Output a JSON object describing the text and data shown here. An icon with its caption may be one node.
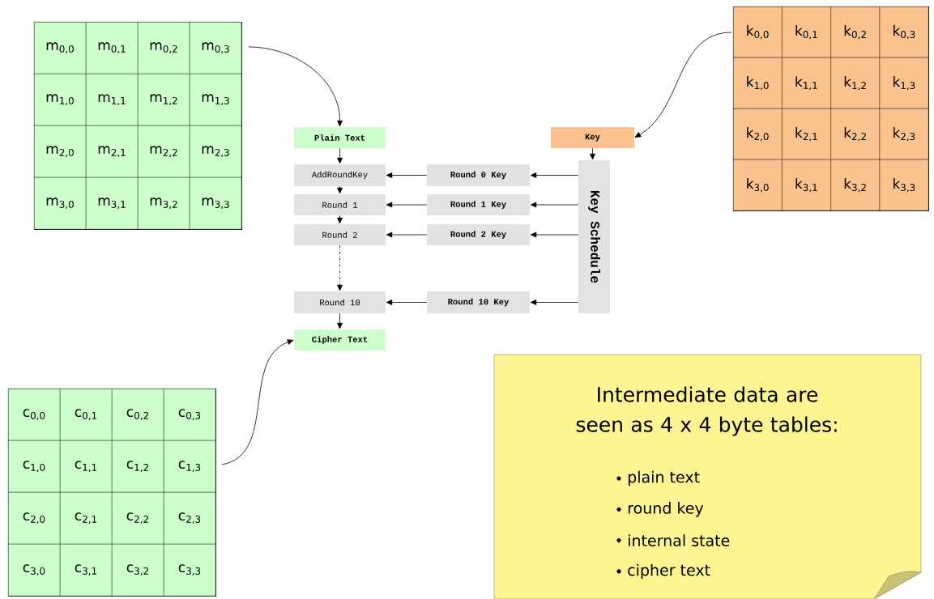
{
  "diagram": {
    "nodes": [
      {
        "text": [],
        "shape": "box"
      },
      {
        "text": [
          "m$_{0,0}$"
        ],
        "in": 0
      },
      {
        "text": [
          "m$_{0,1}$"
        ],
        "in": 0
      },
      {
        "text": [
          "m$_{0,2}$"
        ],
        "in": 0
      },
      {
        "text": [
          "m$_{0,3}$"
        ],
        "in": 0
      },
      {
        "text": [
          "m$_{1,0}$"
        ],
        "in": 0
      },
      {
        "text": [
          "m$_{1,1}$"
        ],
        "in": 0
      },
      {
        "text": [
          "m$_{1,2}$"
        ],
        "in": 0
      },
      {
        "text": [
          "m$_{1,3}$"
        ],
        "in": 0
      },
      {
        "text": [
          "m$_{2,0}$"
        ],
        "in": 0
      },
      {
        "text": [
          "m$_{2,1}$"
        ],
        "in": 0
      },
      {
        "text": [
          "m$_{2,2}$"
        ],
        "in": 0
      },
      {
        "text": [
          "m$_{2,3}$"
        ],
        "in": 0
      },
      {
        "text": [
          "m$_{3,0}$"
        ],
        "in": 0
      },
      {
        "text": [
          "m$_{3,1}$"
        ],
        "in": 0
      },
      {
        "text": [
          "m$_{3,2}$"
        ],
        "in": 0
      },
      {
        "text": [
          "m$_{3,3}$"
        ],
        "in": 0
      },
      {
        "text": [],
        "shape": "box"
      },
      {
        "text": [
          "k$_{0,0}$"
        ],
        "in": 17
      },
      {
        "text": [
          "k$_{0,1}$"
        ],
        "in": 17
      },
      {
        "text": [
          "k$_{0,2}$"
        ],
        "in": 17
      },
      {
        "text": [
          "k$_{0,3}$"
        ],
        "in": 17
      },
      {
        "text": [
          "k$_{1,0}$"
        ],
        "in": 17
      },
      {
        "text": [
          "k$_{1,1}$"
        ],
        "in": 17
      },
      {
        "text": [
          "k$_{1,2}$"
        ],
        "in": 17
      },
      {
        "text": [
          "k$_{1,3}$"
        ],
        "in": 17
      },
      {
        "text": [
          "k$_{2,0}$"
        ],
        "in": 17
      },
      {
        "text": [
          "k$_{2,1}$"
        ],
        "in": 17
      },
      {
        "text": [
          "k$_{2,2}$"
        ],
        "in": 17
      },
      {
        "text": [
          "k$_{2,3}$"
        ],
        "in": 17
      },
      {
        "text": [
          "k$_{3,0}$"
        ],
        "in": 17
      },
      {
        "text": [
          "k$_{3,1}$"
        ],
        "in": 17
      },
      {
        "text": [
          "k$_{3,2}$"
        ],
        "in": 17
      },
      {
        "text": [
          "k$_{3,3}$"
        ],
        "in": 17
      },
      {
        "text": [
          "Plain Text"
        ]
      },
      {
        "text": [
          "Key"
        ]
      },
      {
        "text": [
          "AddRoundKey"
        ]
      },
      {
        "text": [
          "Round 0 Key"
        ]
      },
      {
        "text": [
          "Key Schedule"
        ]
      },
      {
        "text": [
          "Round 1"
        ]
      },
      {
        "text": [
          "Round 1 Key"
        ]
      },
      {
        "text": [
          "Round 2"
        ]
      },
      {
        "text": [
          "Round 2 Key"
        ]
      },
      {
        "text": [
          "Round 10"
        ]
      },
      {
        "text": [
          "Round 10 Key"
        ]
      },
      {
        "text": [
          "Cipher Text"
        ]
      },
      {
        "text": [],
        "shape": "box"
      },
      {
        "text": [
          "c$_{0,0}$"
        ],
        "in": 46
      },
      {
        "text": [
          "c$_{0,1}$"
        ],
        "in": 46
      },
      {
        "text": [
          "c$_{0,2}$"
        ],
        "in": 46
      },
      {
        "text": [
          "c$_{0,3}$"
        ],
        "in": 46
      },
      {
        "text": [
          "c$_{1,0}$"
        ],
        "in": 46
      },
      {
        "text": [
          "c$_{1,1}$"
        ],
        "in": 46
      },
      {
        "text": [
          "c$_{1,2}$"
        ],
        "in": 46
      },
      {
        "text": [
          "c$_{1,3}$"
        ],
        "in": 46
      },
      {
        "text": [
          "c$_{2,0}$"
        ],
        "in": 46
      },
      {
        "text": [
          "c$_{2,1}$"
        ],
        "in": 46
      },
      {
        "text": [
          "c$_{2,2}$"
        ],
        "in": 46
      },
      {
        "text": [
          "c$_{2,3}$"
        ],
        "in": 46
      },
      {
        "text": [
          "c$_{3,0}$"
        ],
        "in": 46
      },
      {
        "text": [
          "c$_{3,1}$"
        ],
        "in": 46
      },
      {
        "text": [
          "c$_{3,2}$"
        ],
        "in": 46
      },
      {
        "text": [
          "c$_{3,3}$"
        ],
        "in": 46
      },
      {
        "text": [
          "Intermediate data are seen as 4 x 4 byte tables:",
          "plain text",
          "round key",
          "internal state",
          "cipher text"
        ]
      }
    ],
    "edges": [
      {
        "from": 0,
        "to": 34,
        "arrow": "to"
      },
      {
        "from": 17,
        "to": 35,
        "arrow": "to"
      },
      {
        "from": 35,
        "to": 38,
        "arrow": "to"
      },
      {
        "from": 34,
        "to": 36,
        "arrow": "to"
      },
      {
        "from": 36,
        "to": 39,
        "arrow": "to"
      },
      {
        "from": 39,
        "to": 41,
        "arrow": "to"
      },
      {
        "from": 41,
        "to": 43,
        "arrow": "to",
        "style": "dashed"
      },
      {
        "from": 43,
        "to": 45,
        "arrow": "to"
      },
      {
        "from": 46,
        "to": 45,
        "arrow": "to"
      },
      {
        "from": 38,
        "to": 37,
        "arrow": "to"
      },
      {
        "from": 37,
        "to": 36,
        "arrow": "to"
      },
      {
        "from": 38,
        "to": 40,
        "arrow": "to"
      },
      {
        "from": 40,
        "to": 39,
        "arrow": "to"
      },
      {
        "from": 38,
        "to": 42,
        "arrow": "to"
      },
      {
        "from": 42,
        "to": 41,
        "arrow": "to"
      },
      {
        "from": 38,
        "to": 44,
        "arrow": "to"
      },
      {
        "from": 44,
        "to": 43,
        "arrow": "to"
      }
    ]
  }
}
